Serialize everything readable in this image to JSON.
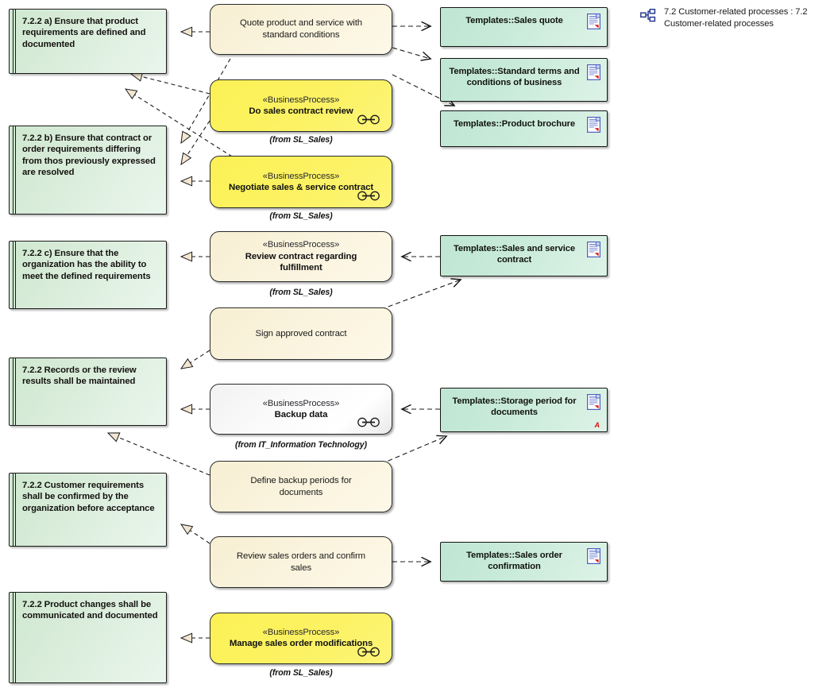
{
  "diagram": {
    "title": "7.2 Customer-related processes",
    "legend": {
      "icon": "package-diagram-icon",
      "text": "7.2 Customer-related processes : 7.2 Customer-related processes"
    },
    "stereotype_business_process": "«BusinessProcess»",
    "from_sl_sales": "(from SL_Sales)",
    "from_it": "(from IT_Information Technology)",
    "marker_a": "A",
    "colors": {
      "requirement_fill": "#d4ead5",
      "activity_cream_fill": "#faf3dd",
      "process_yellow_fill": "#fcf263",
      "process_grey_fill": "#f7f7f7",
      "template_fill": "#c8ead9",
      "border": "#1b1b1b",
      "marker_red": "#d81414",
      "doc_icon_blue": "#4a5fc1"
    }
  },
  "requirements": [
    {
      "id": "req-a",
      "label": "7.2.2 a) Ensure that product requirements are defined and documented"
    },
    {
      "id": "req-b",
      "label": "7.2.2 b) Ensure that contract or order requirements differing from thos previously expressed are resolved"
    },
    {
      "id": "req-c",
      "label": "7.2.2 c) Ensure that the organization has the ability to meet the defined requirements"
    },
    {
      "id": "req-rec",
      "label": "7.2.2 Records or the review results shall be maintained"
    },
    {
      "id": "req-conf",
      "label": "7.2.2 Customer requirements shall be confirmed by the organization before acceptance"
    },
    {
      "id": "req-chg",
      "label": "7.2.2 Product changes shall be communicated and documented"
    }
  ],
  "activities": [
    {
      "id": "act-quote",
      "stereotype": "",
      "label": "Quote product and service with standard conditions",
      "from": "",
      "style": "cream",
      "bold": false,
      "process_icon": false
    },
    {
      "id": "act-review",
      "stereotype": "«BusinessProcess»",
      "label": "Do sales contract review",
      "from": "(from SL_Sales)",
      "style": "yellow",
      "bold": true,
      "process_icon": true
    },
    {
      "id": "act-negotiate",
      "stereotype": "«BusinessProcess»",
      "label": "Negotiate sales & service contract",
      "from": "(from SL_Sales)",
      "style": "yellow",
      "bold": true,
      "process_icon": true
    },
    {
      "id": "act-fulfill",
      "stereotype": "«BusinessProcess»",
      "label": "Review contract regarding fulfillment",
      "from": "(from SL_Sales)",
      "style": "cream",
      "bold": true,
      "process_icon": false
    },
    {
      "id": "act-sign",
      "stereotype": "",
      "label": "Sign approved contract",
      "from": "",
      "style": "cream",
      "bold": false,
      "process_icon": false
    },
    {
      "id": "act-backup",
      "stereotype": "«BusinessProcess»",
      "label": "Backup data",
      "from": "(from IT_Information Technology)",
      "style": "grey",
      "bold": true,
      "process_icon": true
    },
    {
      "id": "act-periods",
      "stereotype": "",
      "label": "Define backup periods for documents",
      "from": "",
      "style": "cream",
      "bold": false,
      "process_icon": false
    },
    {
      "id": "act-orders",
      "stereotype": "",
      "label": "Review sales orders and confirm sales",
      "from": "",
      "style": "cream",
      "bold": false,
      "process_icon": false
    },
    {
      "id": "act-modify",
      "stereotype": "«BusinessProcess»",
      "label": "Manage sales order modifications",
      "from": "(from SL_Sales)",
      "style": "yellow",
      "bold": true,
      "process_icon": true
    }
  ],
  "templates": [
    {
      "id": "tpl-quote",
      "label": "Templates::Sales quote",
      "marker": ""
    },
    {
      "id": "tpl-terms",
      "label": "Templates::Standard terms and conditions of business",
      "marker": ""
    },
    {
      "id": "tpl-brochure",
      "label": "Templates::Product brochure",
      "marker": ""
    },
    {
      "id": "tpl-contract",
      "label": "Templates::Sales and service contract",
      "marker": ""
    },
    {
      "id": "tpl-storage",
      "label": "Templates::Storage period for documents",
      "marker": "A"
    },
    {
      "id": "tpl-confirm",
      "label": "Templates::Sales order confirmation",
      "marker": ""
    }
  ]
}
